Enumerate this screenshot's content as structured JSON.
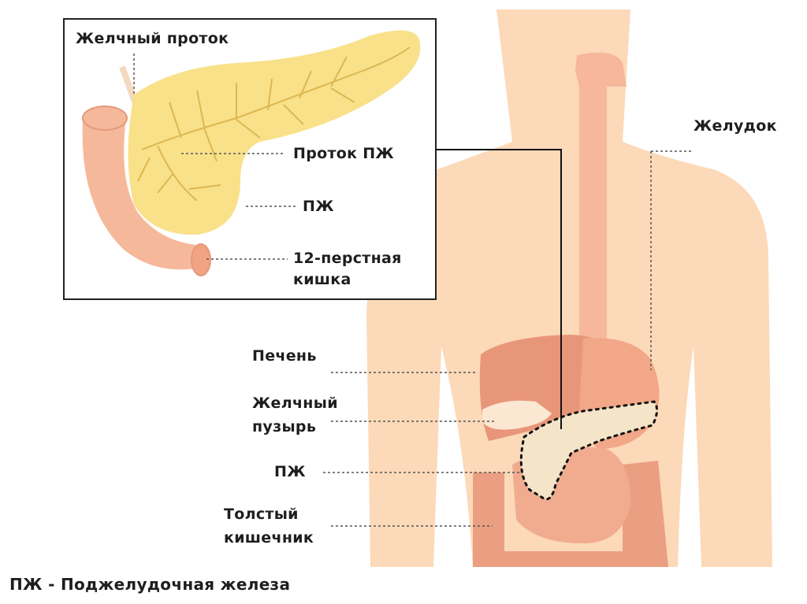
{
  "diagram": {
    "inset_labels": {
      "bile_duct": "Желчный проток",
      "pancreatic_duct": "Проток ПЖ",
      "pancreas": "ПЖ",
      "duodenum_line1": "12-перстная",
      "duodenum_line2": "кишка"
    },
    "body_labels": {
      "stomach": "Желудок",
      "liver": "Печень",
      "gallbladder_line1": "Желчный",
      "gallbladder_line2": "пузырь",
      "pancreas": "ПЖ",
      "colon_line1": "Толстый",
      "colon_line2": "кишечник"
    },
    "caption": "ПЖ - Поджелудочная железа",
    "colors": {
      "skin": "#fcd9b8",
      "organ": "#f0a98a",
      "liver": "#e89676",
      "pancreas_yellow": "#f9e18a",
      "duct": "#dcb750"
    }
  }
}
